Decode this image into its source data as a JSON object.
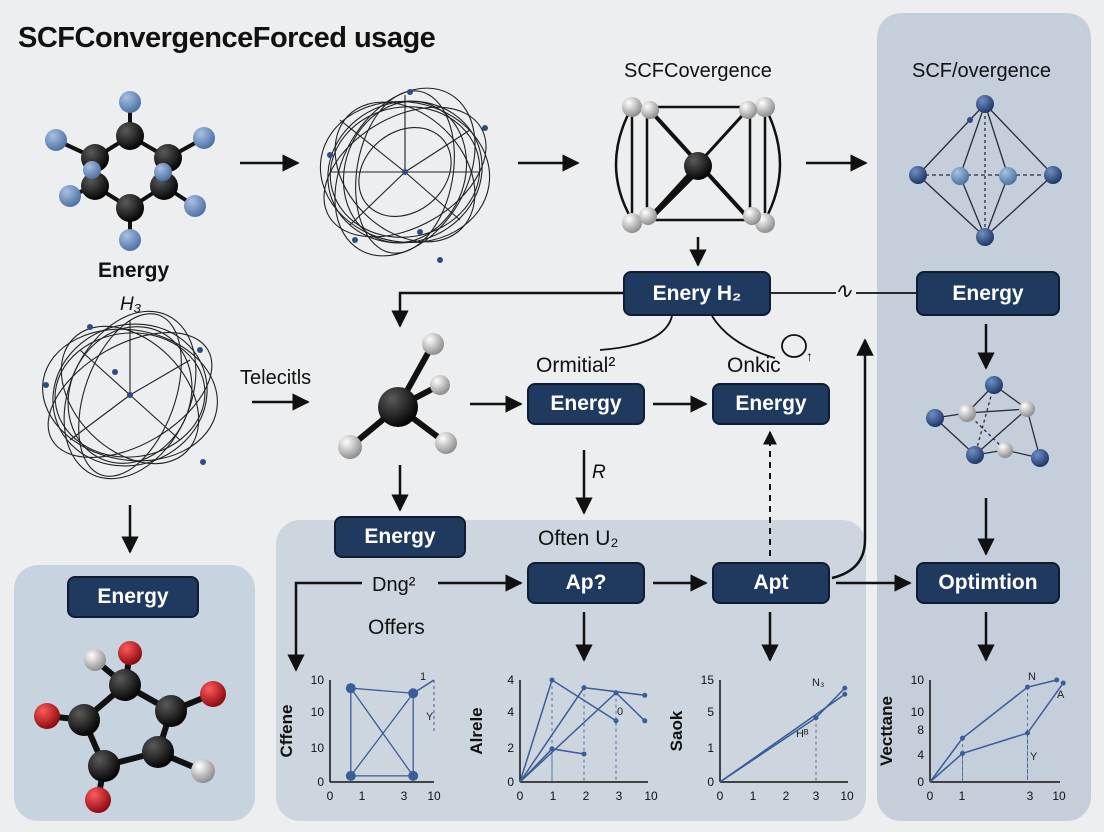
{
  "title": "SCFConvergenceForced usage",
  "labels": {
    "scf_top": "SCFCovergence",
    "scf_right": "SCF/overgence",
    "energy_left": "Energy",
    "h_left": "H₃",
    "telecitls": "Telecitls",
    "ormitial": "Ormitial²",
    "onkic": "Onkic",
    "onkic_note": "↑",
    "r_label": "R",
    "often": "Often U₂",
    "dng": "Dng²",
    "offers": "Offers",
    "squiggle": "∿"
  },
  "boxes": {
    "energy_h2": "Enery H₂",
    "energy_right": "Energy",
    "energy_mid1": "Energy",
    "energy_mid2": "Energy",
    "energy_lower": "Energy",
    "energy_bl": "Energy",
    "ap": "Ap?",
    "apt": "Apt",
    "optimtion": "Optimtion"
  },
  "colors": {
    "box_fill": "#1f3a5e",
    "panel": "#c9d3de",
    "atom_dark": "#0c0c0c",
    "atom_blue": "#6d8fbf",
    "atom_navy": "#2d4d80",
    "atom_grey": "#b9b9b9",
    "atom_red": "#c4151b",
    "line_series": "#3a5c97"
  },
  "chart_data": [
    {
      "type": "scatter",
      "ylabel": "Cffene",
      "x_ticks": [
        "0",
        "1",
        "3",
        "10"
      ],
      "y_ticks": [
        "10",
        "10",
        "10",
        "0"
      ],
      "annotations": [
        "1",
        "Y"
      ],
      "nodes": [
        [
          0.8,
          9.2
        ],
        [
          3.2,
          8.7
        ],
        [
          3.2,
          0.6
        ],
        [
          0.8,
          0.6
        ]
      ]
    },
    {
      "type": "line",
      "ylabel": "Alrele",
      "x_ticks": [
        "0",
        "1",
        "2",
        "3",
        "10"
      ],
      "y_ticks": [
        "4",
        "4",
        "2",
        "0"
      ],
      "annotations": [
        "0"
      ],
      "series": [
        {
          "x": [
            0,
            1,
            3
          ],
          "y": [
            0,
            4,
            2.4
          ]
        },
        {
          "x": [
            0,
            2,
            3.9
          ],
          "y": [
            0,
            3.7,
            3.4
          ]
        },
        {
          "x": [
            0,
            3,
            3.9
          ],
          "y": [
            0,
            3.5,
            2.4
          ]
        },
        {
          "x": [
            0,
            1,
            2
          ],
          "y": [
            0,
            1.3,
            1.1
          ]
        }
      ]
    },
    {
      "type": "line",
      "ylabel": "Saok",
      "x_ticks": [
        "0",
        "1",
        "2",
        "3",
        "10"
      ],
      "y_ticks": [
        "15",
        "5",
        "1",
        "0"
      ],
      "annotations": [
        "N₃",
        "Hᴮ"
      ],
      "series": [
        {
          "x": [
            0,
            3,
            3.9
          ],
          "y": [
            0,
            6.3,
            9.2
          ]
        },
        {
          "x": [
            0,
            3.9
          ],
          "y": [
            0,
            8.6
          ]
        }
      ]
    },
    {
      "type": "line",
      "ylabel": "Vecttane",
      "x_ticks": [
        "0",
        "1",
        "3",
        "10"
      ],
      "y_ticks": [
        "10",
        "10",
        "8",
        "4",
        "0"
      ],
      "annotations": [
        "N",
        "A",
        "Y"
      ],
      "series": [
        {
          "x": [
            0,
            1,
            3,
            3.9
          ],
          "y": [
            0,
            4.3,
            9.3,
            10
          ]
        },
        {
          "x": [
            0,
            1,
            3,
            4.1
          ],
          "y": [
            0,
            2.8,
            4.8,
            9.7
          ]
        }
      ]
    }
  ]
}
